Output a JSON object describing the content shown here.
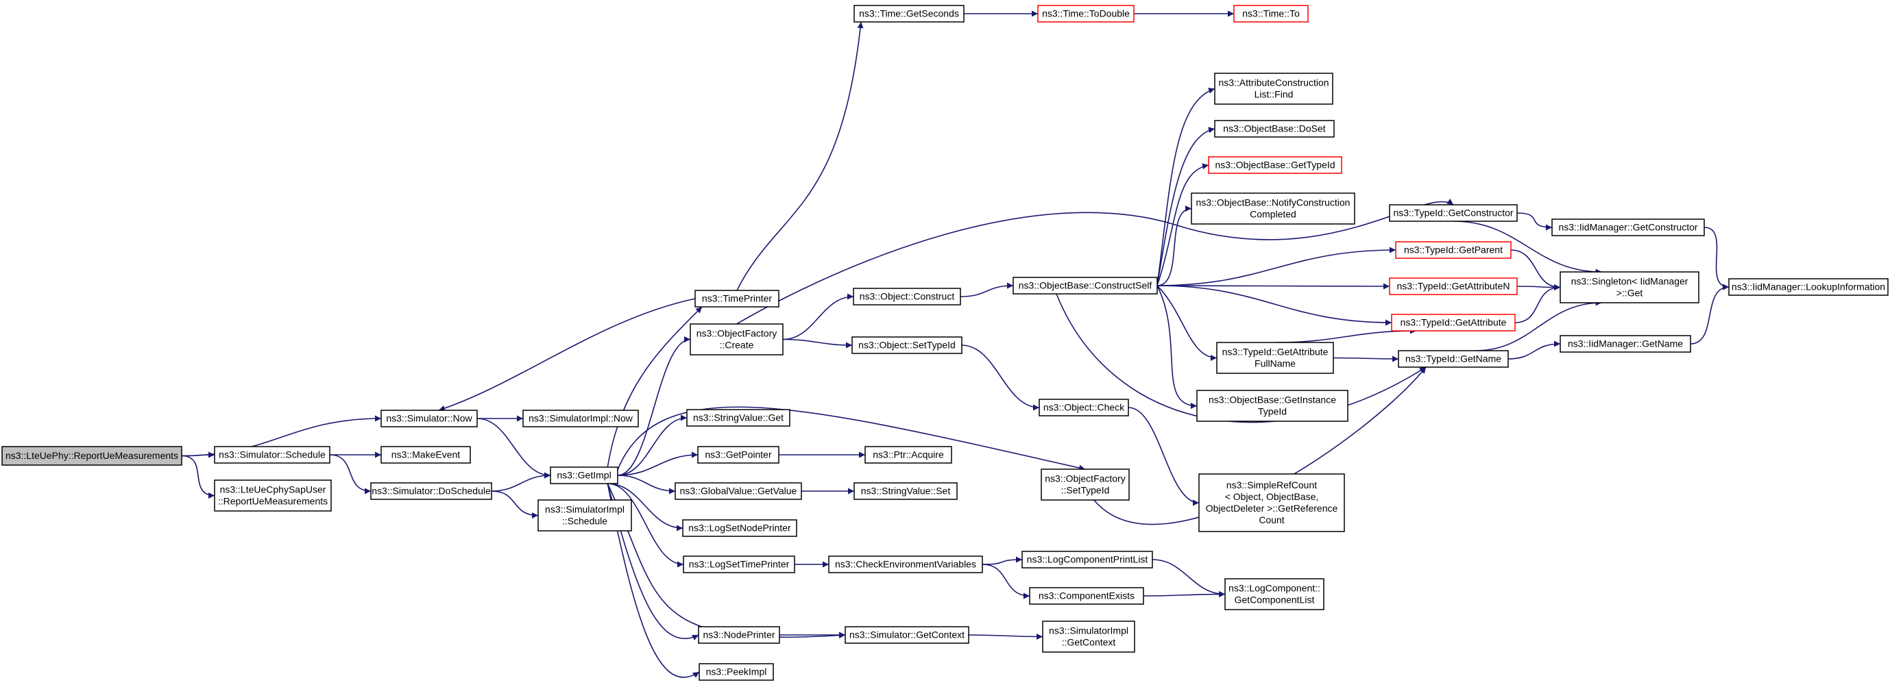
{
  "legend": {
    "edge_color": "#191970",
    "truncated_border_color": "#ff0000",
    "root_fill": "#bfbfbf"
  },
  "nodes": [
    {
      "id": "root",
      "lines": [
        "ns3::LteUePhy::ReportUeMeasurements"
      ],
      "style": "root"
    },
    {
      "id": "sim_now",
      "lines": [
        "ns3::Simulator::Now"
      ],
      "style": "normal"
    },
    {
      "id": "sim_schedule",
      "lines": [
        "ns3::Simulator::Schedule"
      ],
      "style": "normal"
    },
    {
      "id": "cphy",
      "lines": [
        "ns3::LteUeCphySapUser",
        "::ReportUeMeasurements"
      ],
      "style": "normal"
    },
    {
      "id": "simimpl_now",
      "lines": [
        "ns3::SimulatorImpl::Now"
      ],
      "style": "normal"
    },
    {
      "id": "make_event",
      "lines": [
        "ns3::MakeEvent"
      ],
      "style": "normal"
    },
    {
      "id": "doschedule",
      "lines": [
        "ns3::Simulator::DoSchedule"
      ],
      "style": "normal"
    },
    {
      "id": "getimpl",
      "lines": [
        "ns3::GetImpl"
      ],
      "style": "normal"
    },
    {
      "id": "simimpl_schedule",
      "lines": [
        "ns3::SimulatorImpl",
        "::Schedule"
      ],
      "style": "normal"
    },
    {
      "id": "timeprinter",
      "lines": [
        "ns3::TimePrinter"
      ],
      "style": "normal"
    },
    {
      "id": "of_create",
      "lines": [
        "ns3::ObjectFactory",
        "::Create"
      ],
      "style": "normal"
    },
    {
      "id": "stringvalue_get",
      "lines": [
        "ns3::StringValue::Get"
      ],
      "style": "normal"
    },
    {
      "id": "getpointer",
      "lines": [
        "ns3::GetPointer"
      ],
      "style": "normal"
    },
    {
      "id": "globalvalue",
      "lines": [
        "ns3::GlobalValue::GetValue"
      ],
      "style": "normal"
    },
    {
      "id": "logsetnode",
      "lines": [
        "ns3::LogSetNodePrinter"
      ],
      "style": "normal"
    },
    {
      "id": "logsettime",
      "lines": [
        "ns3::LogSetTimePrinter"
      ],
      "style": "normal"
    },
    {
      "id": "nodeprinter",
      "lines": [
        "ns3::NodePrinter"
      ],
      "style": "normal"
    },
    {
      "id": "peekimpl",
      "lines": [
        "ns3::PeekImpl"
      ],
      "style": "normal"
    },
    {
      "id": "time_getseconds",
      "lines": [
        "ns3::Time::GetSeconds"
      ],
      "style": "normal"
    },
    {
      "id": "time_todouble",
      "lines": [
        "ns3::Time::ToDouble"
      ],
      "style": "red"
    },
    {
      "id": "time_to",
      "lines": [
        "ns3::Time::To"
      ],
      "style": "red"
    },
    {
      "id": "obj_construct",
      "lines": [
        "ns3::Object::Construct"
      ],
      "style": "normal"
    },
    {
      "id": "obj_settypeid",
      "lines": [
        "ns3::Object::SetTypeId"
      ],
      "style": "normal"
    },
    {
      "id": "ptr_acquire",
      "lines": [
        "ns3::Ptr::Acquire"
      ],
      "style": "normal"
    },
    {
      "id": "stringvalue_set",
      "lines": [
        "ns3::StringValue::Set"
      ],
      "style": "normal"
    },
    {
      "id": "checkenv",
      "lines": [
        "ns3::CheckEnvironmentVariables"
      ],
      "style": "normal"
    },
    {
      "id": "sim_getcontext",
      "lines": [
        "ns3::Simulator::GetContext"
      ],
      "style": "normal"
    },
    {
      "id": "constructself",
      "lines": [
        "ns3::ObjectBase::ConstructSelf"
      ],
      "style": "normal"
    },
    {
      "id": "obj_check",
      "lines": [
        "ns3::Object::Check"
      ],
      "style": "normal"
    },
    {
      "id": "of_settypeid",
      "lines": [
        "ns3::ObjectFactory",
        "::SetTypeId"
      ],
      "style": "normal"
    },
    {
      "id": "logcompprintlist",
      "lines": [
        "ns3::LogComponentPrintList"
      ],
      "style": "normal"
    },
    {
      "id": "compexists",
      "lines": [
        "ns3::ComponentExists"
      ],
      "style": "normal"
    },
    {
      "id": "simimpl_getcontext",
      "lines": [
        "ns3::SimulatorImpl",
        "::GetContext"
      ],
      "style": "normal"
    },
    {
      "id": "attrconst_find",
      "lines": [
        "ns3::AttributeConstruction",
        "List::Find"
      ],
      "style": "normal"
    },
    {
      "id": "objbase_doset",
      "lines": [
        "ns3::ObjectBase::DoSet"
      ],
      "style": "normal"
    },
    {
      "id": "objbase_gettypeid",
      "lines": [
        "ns3::ObjectBase::GetTypeId"
      ],
      "style": "red"
    },
    {
      "id": "objbase_notify",
      "lines": [
        "ns3::ObjectBase::NotifyConstruction",
        "Completed"
      ],
      "style": "normal"
    },
    {
      "id": "attr_fullname",
      "lines": [
        "ns3::TypeId::GetAttribute",
        "FullName"
      ],
      "style": "normal"
    },
    {
      "id": "objbase_instance",
      "lines": [
        "ns3::ObjectBase::GetInstance",
        "TypeId"
      ],
      "style": "normal"
    },
    {
      "id": "simplerefcount",
      "lines": [
        "ns3::SimpleRefCount",
        "< Object, ObjectBase,",
        "ObjectDeleter >::GetReference",
        "Count"
      ],
      "style": "normal"
    },
    {
      "id": "logcomp_getlist",
      "lines": [
        "ns3::LogComponent::",
        "GetComponentList"
      ],
      "style": "normal"
    },
    {
      "id": "typeid_getconstructor",
      "lines": [
        "ns3::TypeId::GetConstructor"
      ],
      "style": "normal"
    },
    {
      "id": "typeid_getparent",
      "lines": [
        "ns3::TypeId::GetParent"
      ],
      "style": "red"
    },
    {
      "id": "typeid_getattributen",
      "lines": [
        "ns3::TypeId::GetAttributeN"
      ],
      "style": "red"
    },
    {
      "id": "typeid_getattribute",
      "lines": [
        "ns3::TypeId::GetAttribute"
      ],
      "style": "red"
    },
    {
      "id": "typeid_getname",
      "lines": [
        "ns3::TypeId::GetName"
      ],
      "style": "normal"
    },
    {
      "id": "iid_getconstructor",
      "lines": [
        "ns3::IidManager::GetConstructor"
      ],
      "style": "normal"
    },
    {
      "id": "singleton_get",
      "lines": [
        "ns3::Singleton< IidManager",
        ">::Get"
      ],
      "style": "normal"
    },
    {
      "id": "iid_getname",
      "lines": [
        "ns3::IidManager::GetName"
      ],
      "style": "normal"
    },
    {
      "id": "iid_lookup",
      "lines": [
        "ns3::IidManager::LookupInformation"
      ],
      "style": "normal"
    }
  ],
  "edges": [
    {
      "from": "root",
      "to": "sim_now"
    },
    {
      "from": "root",
      "to": "sim_schedule"
    },
    {
      "from": "root",
      "to": "cphy"
    },
    {
      "from": "sim_now",
      "to": "simimpl_now"
    },
    {
      "from": "sim_now",
      "to": "getimpl"
    },
    {
      "from": "sim_schedule",
      "to": "make_event"
    },
    {
      "from": "sim_schedule",
      "to": "doschedule"
    },
    {
      "from": "doschedule",
      "to": "getimpl"
    },
    {
      "from": "doschedule",
      "to": "simimpl_schedule"
    },
    {
      "from": "timeprinter",
      "to": "sim_now"
    },
    {
      "from": "timeprinter",
      "to": "time_getseconds"
    },
    {
      "from": "getimpl",
      "to": "timeprinter"
    },
    {
      "from": "getimpl",
      "to": "of_create"
    },
    {
      "from": "getimpl",
      "to": "stringvalue_get"
    },
    {
      "from": "getimpl",
      "to": "getpointer"
    },
    {
      "from": "getimpl",
      "to": "globalvalue"
    },
    {
      "from": "getimpl",
      "to": "logsetnode"
    },
    {
      "from": "getimpl",
      "to": "logsettime"
    },
    {
      "from": "getimpl",
      "to": "nodeprinter"
    },
    {
      "from": "getimpl",
      "to": "peekimpl"
    },
    {
      "from": "getimpl",
      "to": "of_settypeid"
    },
    {
      "from": "getimpl",
      "to": "sim_getcontext"
    },
    {
      "from": "time_getseconds",
      "to": "time_todouble"
    },
    {
      "from": "time_todouble",
      "to": "time_to"
    },
    {
      "from": "of_create",
      "to": "obj_construct"
    },
    {
      "from": "of_create",
      "to": "obj_settypeid"
    },
    {
      "from": "of_create",
      "to": "typeid_getconstructor"
    },
    {
      "from": "getpointer",
      "to": "ptr_acquire"
    },
    {
      "from": "globalvalue",
      "to": "stringvalue_set"
    },
    {
      "from": "logsettime",
      "to": "checkenv"
    },
    {
      "from": "nodeprinter",
      "to": "sim_getcontext"
    },
    {
      "from": "obj_construct",
      "to": "constructself"
    },
    {
      "from": "obj_settypeid",
      "to": "obj_check"
    },
    {
      "from": "checkenv",
      "to": "logcompprintlist"
    },
    {
      "from": "checkenv",
      "to": "compexists"
    },
    {
      "from": "sim_getcontext",
      "to": "simimpl_getcontext"
    },
    {
      "from": "constructself",
      "to": "attrconst_find"
    },
    {
      "from": "constructself",
      "to": "objbase_doset"
    },
    {
      "from": "constructself",
      "to": "objbase_gettypeid"
    },
    {
      "from": "constructself",
      "to": "objbase_notify"
    },
    {
      "from": "constructself",
      "to": "typeid_getparent"
    },
    {
      "from": "constructself",
      "to": "typeid_getattributen"
    },
    {
      "from": "constructself",
      "to": "typeid_getattribute"
    },
    {
      "from": "constructself",
      "to": "attr_fullname"
    },
    {
      "from": "constructself",
      "to": "objbase_instance"
    },
    {
      "from": "constructself",
      "to": "typeid_getname"
    },
    {
      "from": "obj_check",
      "to": "simplerefcount"
    },
    {
      "from": "of_settypeid",
      "to": "typeid_getname"
    },
    {
      "from": "logcompprintlist",
      "to": "logcomp_getlist"
    },
    {
      "from": "compexists",
      "to": "logcomp_getlist"
    },
    {
      "from": "attr_fullname",
      "to": "typeid_getattribute"
    },
    {
      "from": "attr_fullname",
      "to": "typeid_getname"
    },
    {
      "from": "typeid_getconstructor",
      "to": "iid_getconstructor"
    },
    {
      "from": "typeid_getconstructor",
      "to": "singleton_get"
    },
    {
      "from": "typeid_getparent",
      "to": "singleton_get"
    },
    {
      "from": "typeid_getattributen",
      "to": "singleton_get"
    },
    {
      "from": "typeid_getattribute",
      "to": "singleton_get"
    },
    {
      "from": "typeid_getname",
      "to": "singleton_get"
    },
    {
      "from": "typeid_getname",
      "to": "iid_getname"
    },
    {
      "from": "iid_getconstructor",
      "to": "iid_lookup"
    },
    {
      "from": "iid_getname",
      "to": "iid_lookup"
    }
  ]
}
